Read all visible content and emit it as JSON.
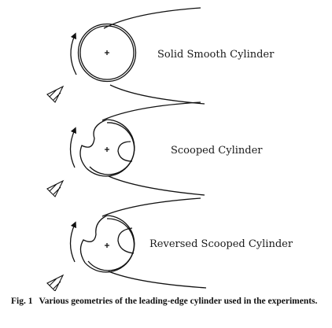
{
  "figure": {
    "items": [
      {
        "label": "Solid Smooth Cylinder",
        "icon": "solid-cylinder-icon"
      },
      {
        "label": "Scooped Cylinder",
        "icon": "scooped-cylinder-icon"
      },
      {
        "label": "Reversed Scooped Cylinder",
        "icon": "reversed-scooped-cylinder-icon"
      }
    ],
    "caption": {
      "head": "Fig. 1",
      "text": "Various geometries of the leading-edge cylinder used in the experiments."
    }
  }
}
